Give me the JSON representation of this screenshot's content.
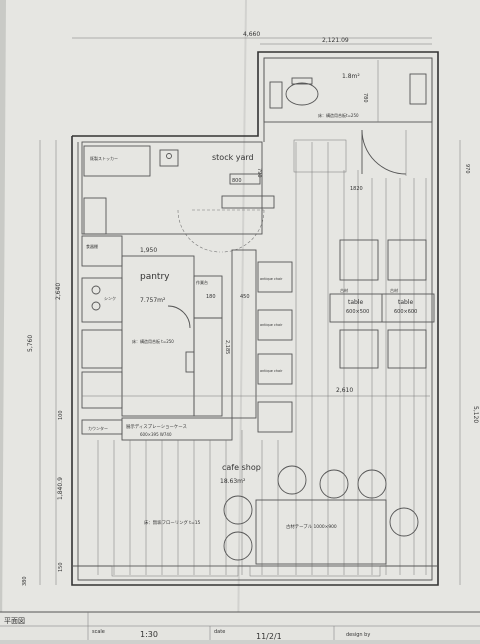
{
  "drawing": {
    "title_block": {
      "drawing_name": "平面図",
      "scale_label": "scale",
      "scale_value": "1:30",
      "date_label": "date",
      "date_value": "11/2/1",
      "design_label": "design by"
    },
    "rooms": {
      "stock_yard": "stock yard",
      "pantry": "pantry",
      "pantry_area": "7.757m²",
      "cafe_shop": "cafe shop",
      "cafe_area": "18.63m²",
      "toilet_area": "1.8m²"
    },
    "fixtures": {
      "storage_unit": "既製ストッカー",
      "wall_floor": "床：構造用合板 t=250",
      "toilet_floor": "床：構造用合板t=250",
      "sink_label": "シンク",
      "cafe_floor": "床：無垢フローリング t=15",
      "showcase": "展示ディスプレーショーケース",
      "showcase_size": "600×395 W740",
      "kitchen_table": "作業台",
      "table_a": "table",
      "table_a_size": "600×500",
      "table_b": "table",
      "table_b_size": "600×600",
      "long_table": "古材テーブル 1000×900",
      "old_wood_1": "古材",
      "old_wood_2": "古材",
      "chair": "antique chair",
      "dish_shelf": "食器棚",
      "counter_label": "カウンター"
    },
    "dimensions": {
      "top_total": "4,660",
      "top_right": "2,121.09",
      "d_800": "800",
      "d_790": "790",
      "d_1820": "1820",
      "d_1950": "1,950",
      "d_180": "180",
      "d_450": "450",
      "d_2185": "2,185",
      "d_2610": "2,610",
      "left_total": "5,760",
      "left_upper": "2,640",
      "left_lower": "1,840.9",
      "left_150": "150",
      "left_380": "380",
      "right_total": "5,120",
      "right_upper": "970",
      "mid_100": "100",
      "toilet_dim": "780"
    }
  }
}
